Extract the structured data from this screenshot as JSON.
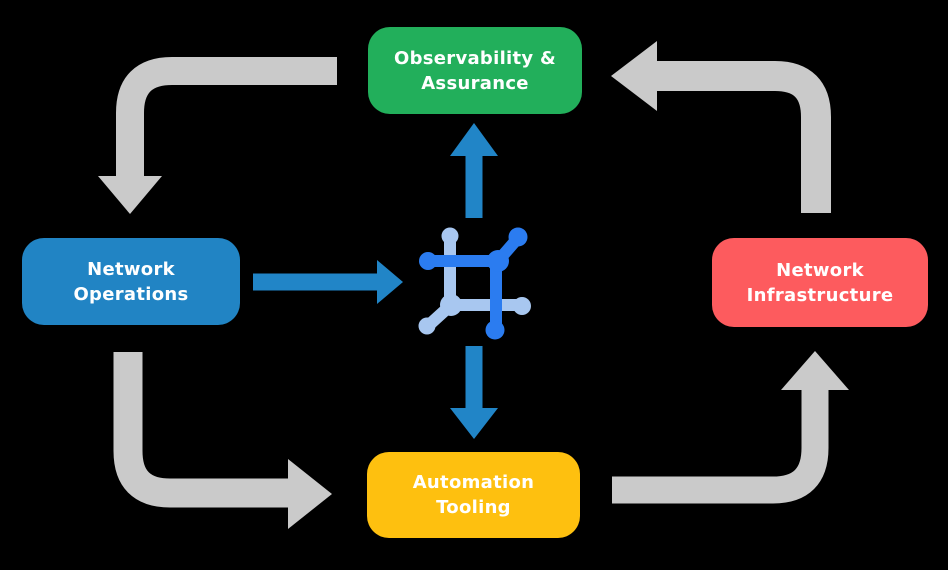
{
  "canvas": {
    "background": "#000000"
  },
  "nodes": {
    "observability": {
      "label": "Observability &\nAssurance",
      "color": "#22af5b",
      "text_color": "#ffffff"
    },
    "operations": {
      "label": "Network\nOperations",
      "color": "#2184c4",
      "text_color": "#ffffff"
    },
    "infrastructure": {
      "label": "Network\nInfrastructure",
      "color": "#fd5b5e",
      "text_color": "#ffffff"
    },
    "automation": {
      "label": "Automation\nTooling",
      "color": "#fec00f",
      "text_color": "#ffffff"
    }
  },
  "colors": {
    "cycle_arrow": "#cacaca",
    "hub_arrow": "#2185c7",
    "icon_dark_blue": "#2b7cf0",
    "icon_light_blue": "#a8c7f0"
  },
  "flows": {
    "cycle": [
      {
        "from": "Observability & Assurance",
        "to": "Network Operations"
      },
      {
        "from": "Network Operations",
        "to": "Automation Tooling"
      },
      {
        "from": "Automation Tooling",
        "to": "Network Infrastructure"
      },
      {
        "from": "Network Infrastructure",
        "to": "Observability & Assurance"
      }
    ],
    "hub": [
      {
        "from": "Network Operations",
        "to": "network-node-icon"
      },
      {
        "from": "network-node-icon",
        "to": "Observability & Assurance"
      },
      {
        "from": "network-node-icon",
        "to": "Automation Tooling"
      }
    ]
  },
  "icon": {
    "name": "network-node-icon"
  }
}
